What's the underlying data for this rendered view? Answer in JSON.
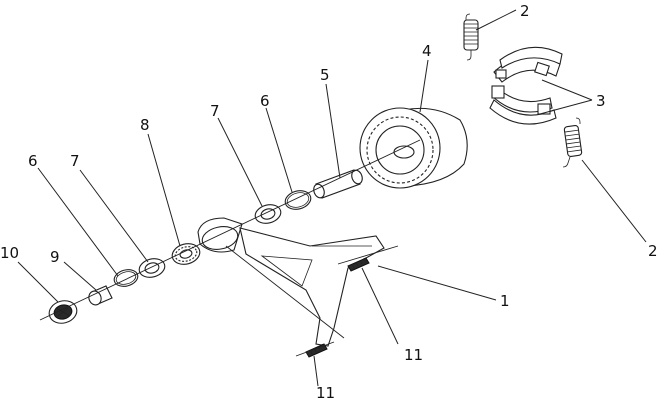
{
  "diagram": {
    "callouts": [
      {
        "id": "c1",
        "label": "1"
      },
      {
        "id": "c2a",
        "label": "2"
      },
      {
        "id": "c2b",
        "label": "2"
      },
      {
        "id": "c3",
        "label": "3"
      },
      {
        "id": "c4",
        "label": "4"
      },
      {
        "id": "c5",
        "label": "5"
      },
      {
        "id": "c6a",
        "label": "6"
      },
      {
        "id": "c6b",
        "label": "6"
      },
      {
        "id": "c7a",
        "label": "7"
      },
      {
        "id": "c7b",
        "label": "7"
      },
      {
        "id": "c8",
        "label": "8"
      },
      {
        "id": "c9",
        "label": "9"
      },
      {
        "id": "c10",
        "label": "10"
      },
      {
        "id": "c11a",
        "label": "11"
      },
      {
        "id": "c11b",
        "label": "11"
      }
    ]
  }
}
